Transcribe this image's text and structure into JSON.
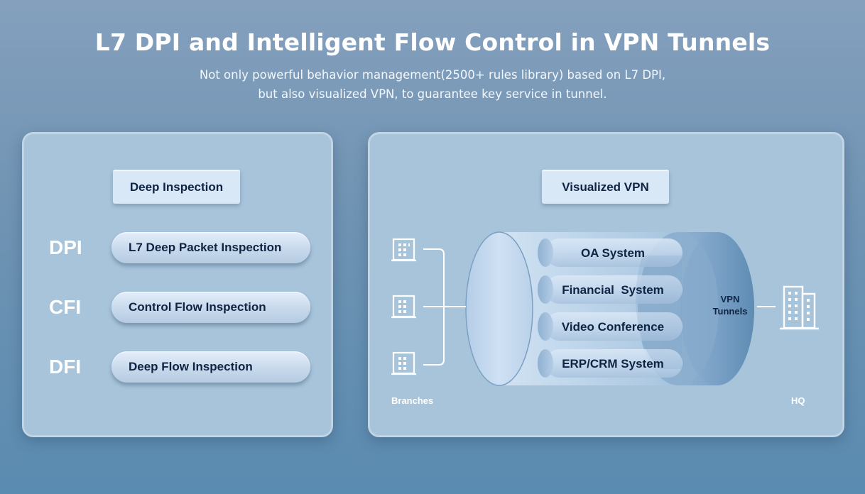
{
  "header": {
    "title": "L7 DPI and Intelligent Flow Control in VPN Tunnels",
    "subtitle_line1": "Not only powerful behavior management(2500+ rules library) based on L7 DPI,",
    "subtitle_line2": "but also visualized VPN, to guarantee key service in tunnel."
  },
  "left_panel": {
    "tag": "Deep Inspection",
    "rows": [
      {
        "abbr": "DPI",
        "label": "L7 Deep Packet Inspection"
      },
      {
        "abbr": "CFI",
        "label": "Control Flow Inspection"
      },
      {
        "abbr": "DFI",
        "label": "Deep Flow Inspection"
      }
    ]
  },
  "right_panel": {
    "tag": "Visualized VPN",
    "services": [
      "OA System",
      "Financial  System",
      "Video Conference",
      "ERP/CRM System"
    ],
    "tunnel_label_line1": "VPN",
    "tunnel_label_line2": "Tunnels",
    "branches_label": "Branches",
    "hq_label": "HQ",
    "icons": {
      "branch": "branch-building-icon",
      "hq": "hq-building-icon"
    }
  },
  "colors": {
    "panel": "#a8c4db",
    "tag_bg": "#d9e8f7",
    "text_dark": "#0f2342",
    "tunnel_light": "#cfe1f4",
    "tunnel_dark": "#5f8cb4"
  }
}
